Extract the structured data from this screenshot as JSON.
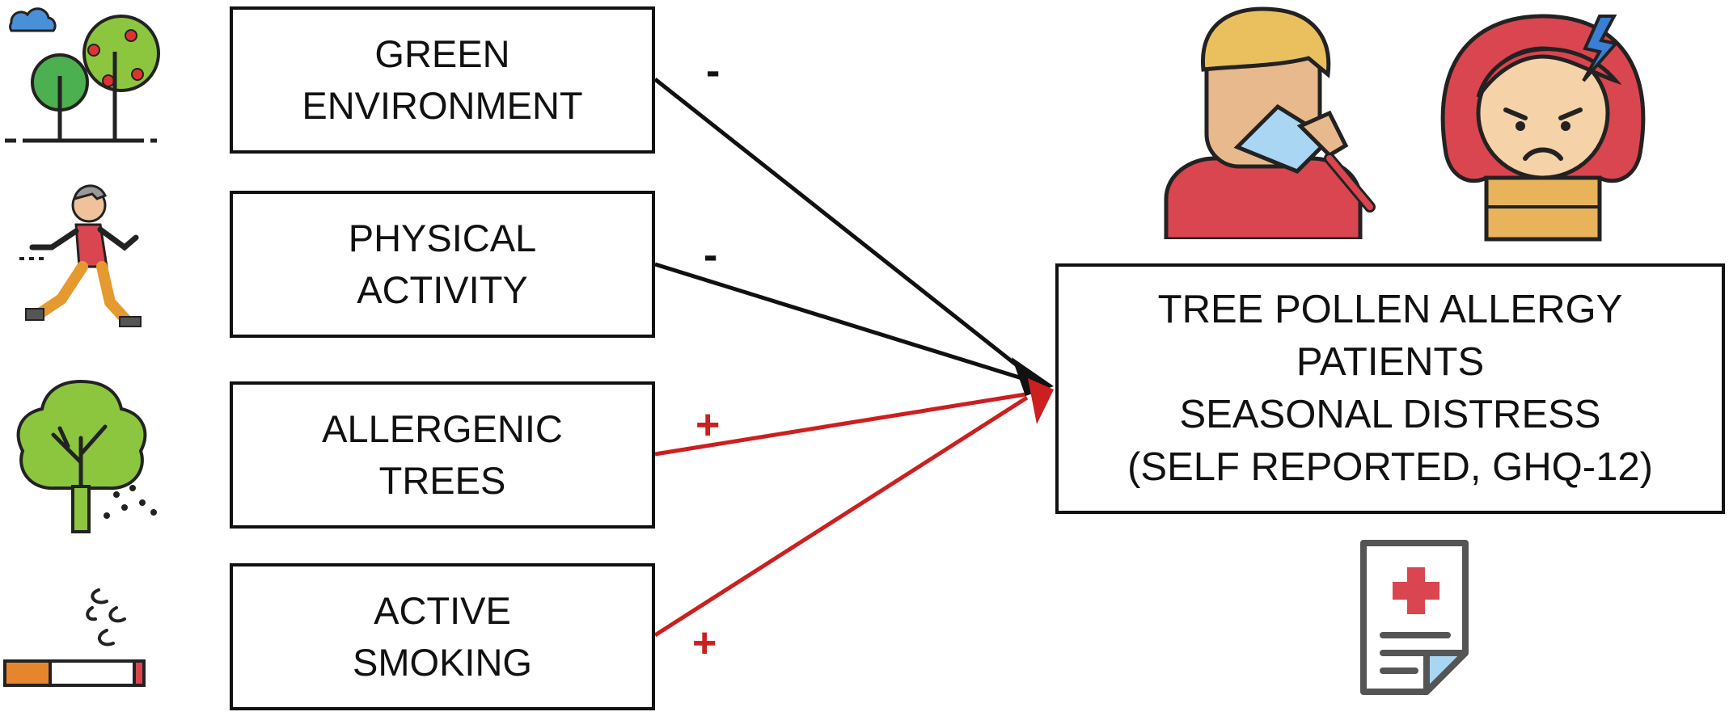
{
  "factors": [
    {
      "line1": "GREEN",
      "line2": "ENVIRONMENT",
      "sign": "-",
      "color": "#111111"
    },
    {
      "line1": "PHYSICAL",
      "line2": "ACTIVITY",
      "sign": "-",
      "color": "#111111"
    },
    {
      "line1": "ALLERGENIC",
      "line2": "TREES",
      "sign": "+",
      "color": "#cc1f1f"
    },
    {
      "line1": "ACTIVE",
      "line2": "SMOKING",
      "sign": "+",
      "color": "#cc1f1f"
    }
  ],
  "outcome": {
    "lines": [
      "TREE POLLEN ALLERGY",
      "PATIENTS",
      "SEASONAL DISTRESS",
      "(SELF REPORTED, GHQ-12)"
    ]
  },
  "icons": [
    "trees-icon",
    "runner-icon",
    "pollen-tree-icon",
    "cigarette-icon",
    "sneezing-man-icon",
    "distressed-woman-icon",
    "medical-report-icon"
  ],
  "colors": {
    "positive": "#cc1f1f",
    "negative": "#111111"
  }
}
